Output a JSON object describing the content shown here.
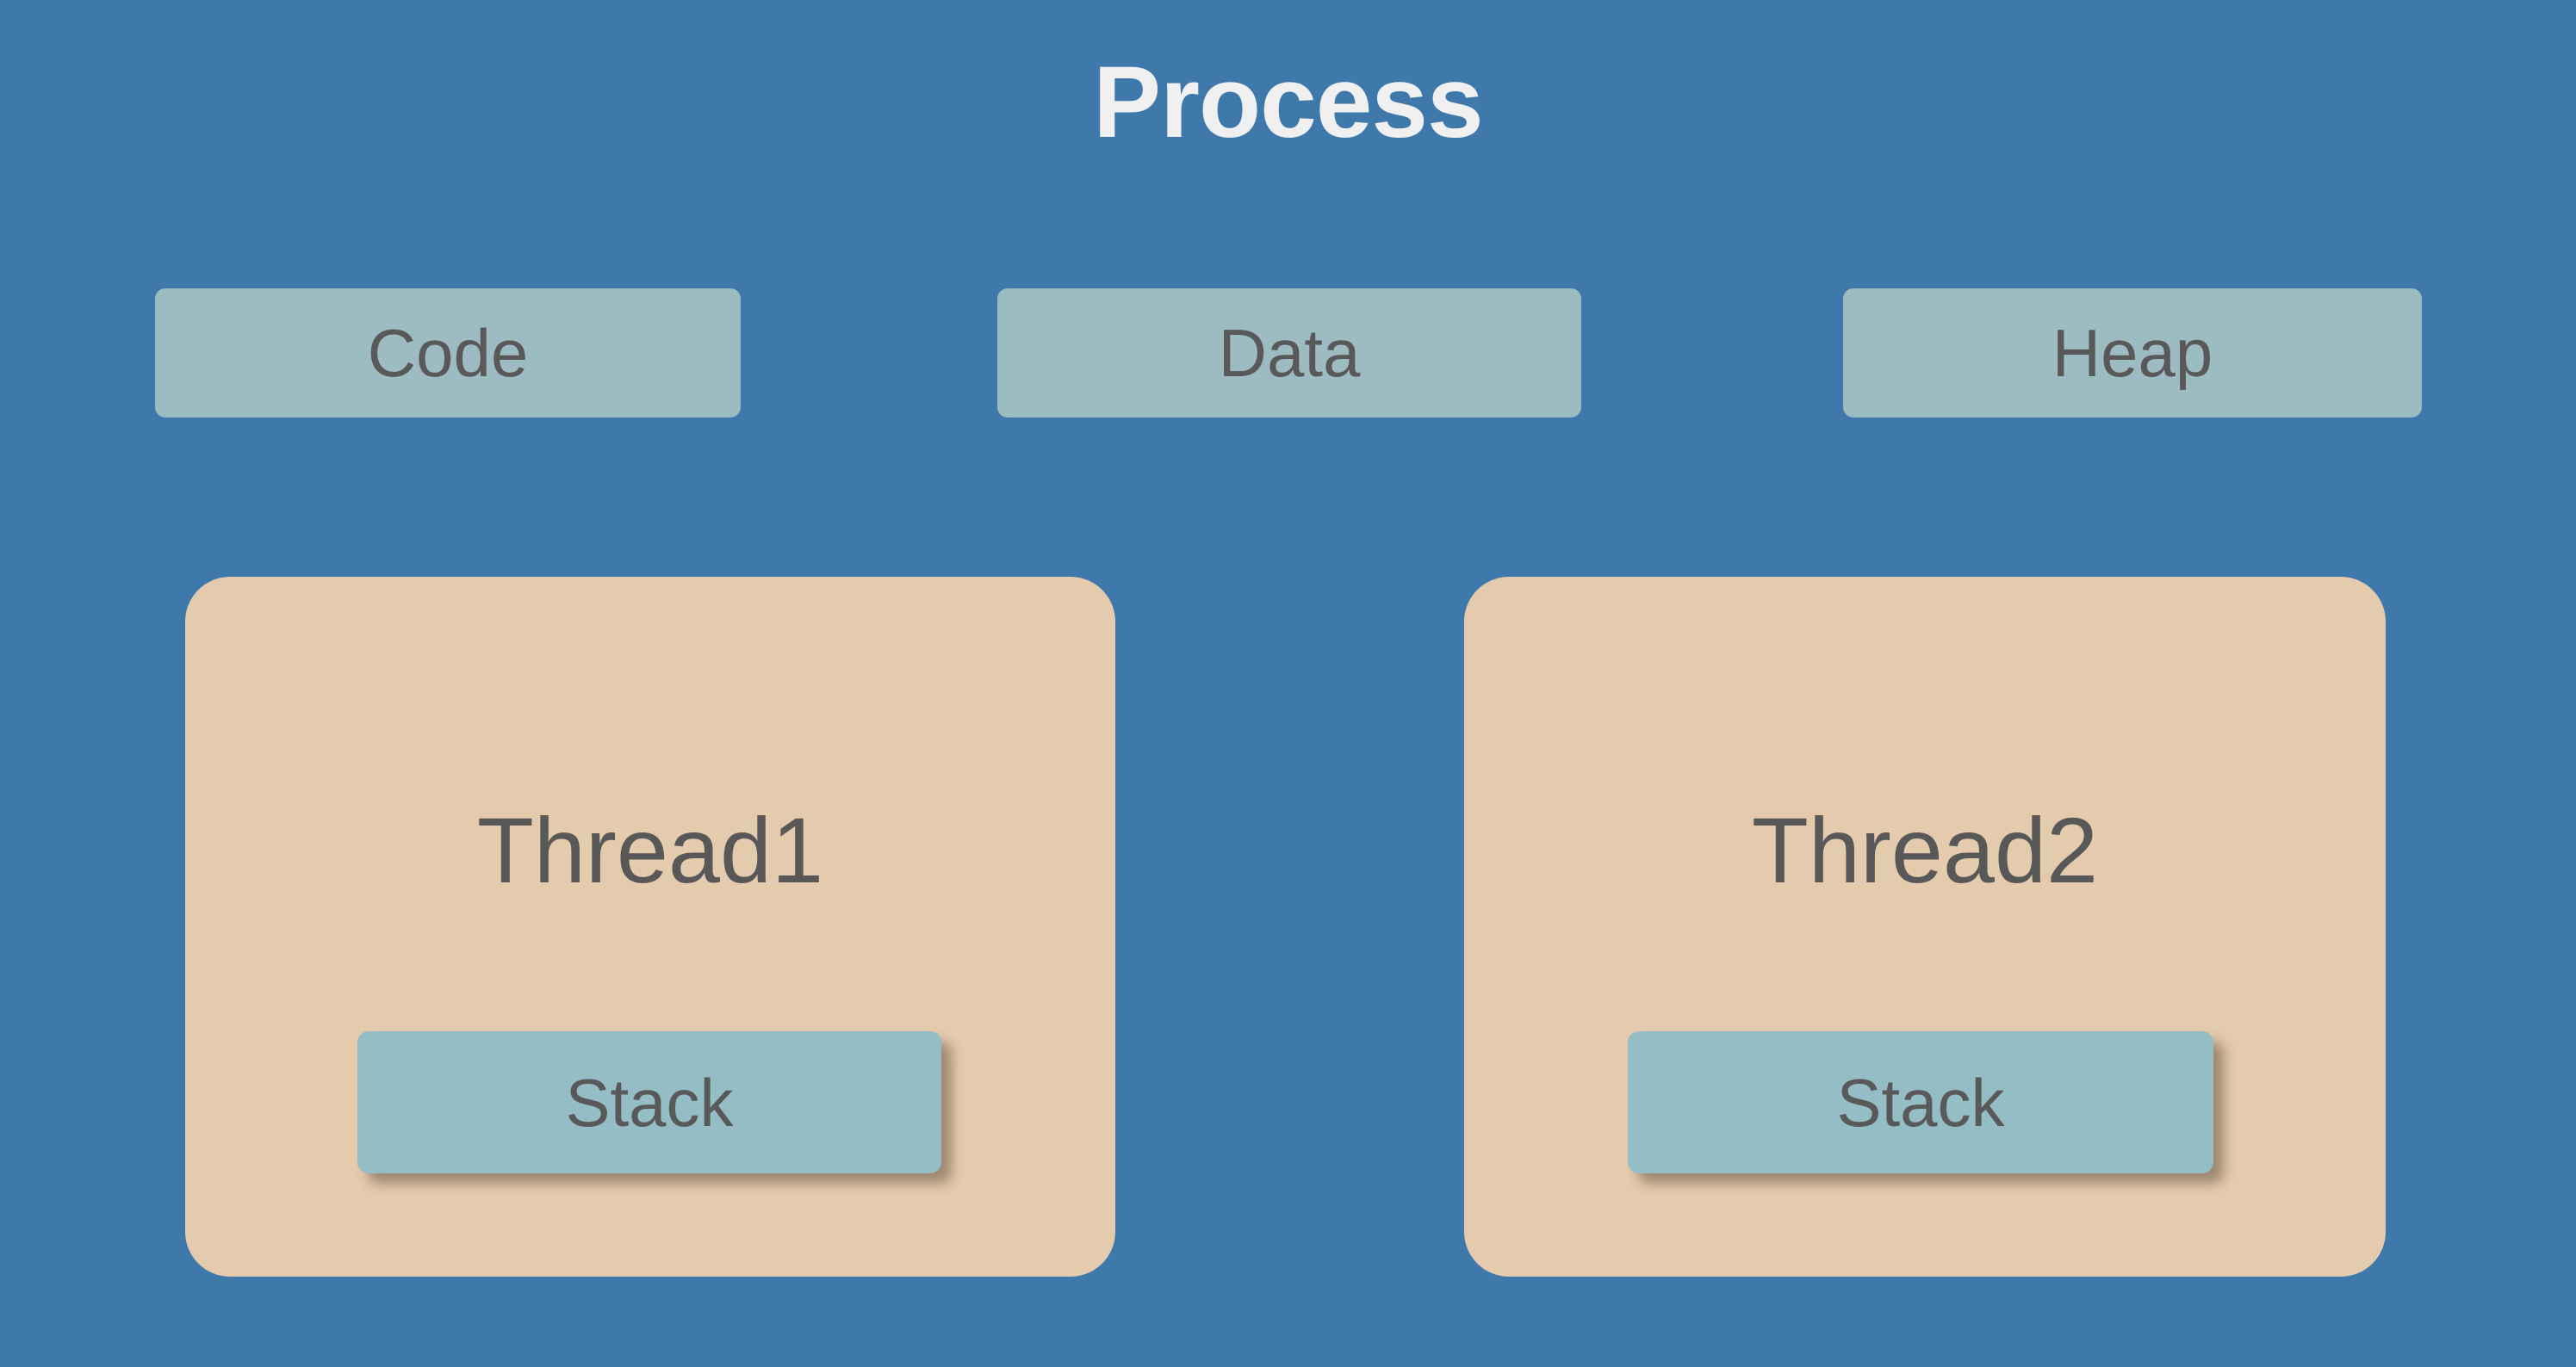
{
  "diagram": {
    "title": "Process",
    "background_color": "#3F79AC",
    "title_color": "#F0F0F0",
    "segment_box_color": "#9DBCC2",
    "thread_box_color": "#E5CBAD",
    "stack_box_color": "#95BDC5",
    "label_color": "#595959"
  },
  "segments": [
    {
      "label": "Code"
    },
    {
      "label": "Data"
    },
    {
      "label": "Heap"
    }
  ],
  "threads": [
    {
      "label": "Thread1",
      "stack_label": "Stack"
    },
    {
      "label": "Thread2",
      "stack_label": "Stack"
    }
  ]
}
